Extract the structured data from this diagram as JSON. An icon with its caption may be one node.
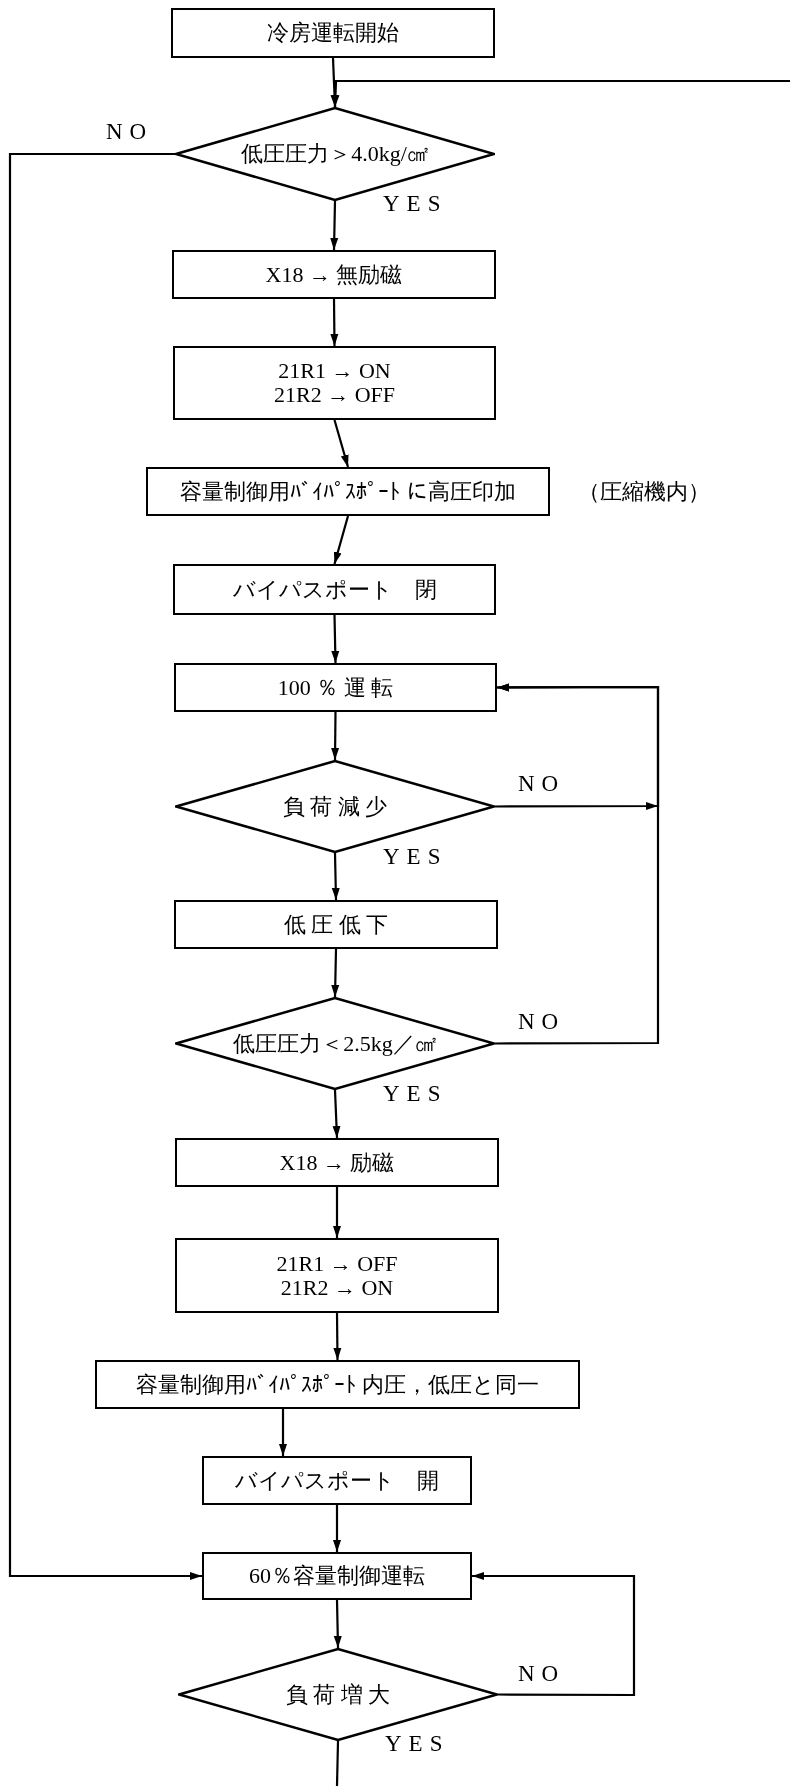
{
  "diagram": {
    "nodes": [
      {
        "text": [
          "冷房運転開始"
        ]
      },
      {
        "text": [
          "低圧圧力＞4.0kg/㎠"
        ]
      },
      {
        "text": [
          "X18 → 無励磁"
        ]
      },
      {
        "text": [
          "21R1 → ON",
          "21R2 → OFF"
        ]
      },
      {
        "text": [
          "容量制御用ﾊﾞｲﾊﾟｽﾎﾟｰﾄ に高圧印加"
        ],
        "beside": [
          "（圧縮機内）"
        ]
      },
      {
        "text": [
          "バイパスポート　閉"
        ]
      },
      {
        "text": [
          "100 ％ 運 転"
        ]
      },
      {
        "text": [
          "負 荷 減 少"
        ]
      },
      {
        "text": [
          "低 圧 低 下"
        ]
      },
      {
        "text": [
          "低圧圧力＜2.5kg／㎠"
        ]
      },
      {
        "text": [
          "X18 → 励磁"
        ]
      },
      {
        "text": [
          "21R1 → OFF",
          "21R2 → ON"
        ]
      },
      {
        "text": [
          "容量制御用ﾊﾞｲﾊﾟｽﾎﾟｰﾄ 内圧，低圧と同一"
        ]
      },
      {
        "text": [
          "バイパスポート　開"
        ]
      },
      {
        "text": [
          "60％容量制御運転"
        ]
      },
      {
        "text": [
          "負 荷 増 大"
        ]
      }
    ],
    "edges": [
      {
        "from": 0,
        "to": 1,
        "arrow": "to"
      },
      {
        "from": null,
        "to": 1,
        "arrow": "to"
      },
      {
        "from": 1,
        "to": 2,
        "arrow": "to",
        "label": "YES"
      },
      {
        "from": 1,
        "to": 14,
        "arrow": "to",
        "label": "NO"
      },
      {
        "from": 2,
        "to": 3,
        "arrow": "to"
      },
      {
        "from": 3,
        "to": 4,
        "arrow": "to"
      },
      {
        "from": 4,
        "to": 5,
        "arrow": "to"
      },
      {
        "from": 5,
        "to": 6,
        "arrow": "to"
      },
      {
        "from": 6,
        "to": 7,
        "arrow": "to"
      },
      {
        "from": 7,
        "to": 8,
        "arrow": "to",
        "label": "YES"
      },
      {
        "from": 7,
        "to": 6,
        "arrow": "to",
        "label": "NO"
      },
      {
        "from": 8,
        "to": 9,
        "arrow": "to"
      },
      {
        "from": 9,
        "to": 10,
        "arrow": "to",
        "label": "YES"
      },
      {
        "from": 9,
        "to": 6,
        "arrow": "to",
        "label": "NO"
      },
      {
        "from": 10,
        "to": 11,
        "arrow": "to"
      },
      {
        "from": 11,
        "to": 12,
        "arrow": "to"
      },
      {
        "from": 12,
        "to": 13,
        "arrow": "to"
      },
      {
        "from": 13,
        "to": 14,
        "arrow": "to"
      },
      {
        "from": 14,
        "to": 15,
        "arrow": "to"
      },
      {
        "from": 15,
        "to": 14,
        "arrow": "to",
        "label": "NO"
      },
      {
        "from": 15,
        "to": null,
        "arrow": "none",
        "label": "YES"
      }
    ]
  }
}
